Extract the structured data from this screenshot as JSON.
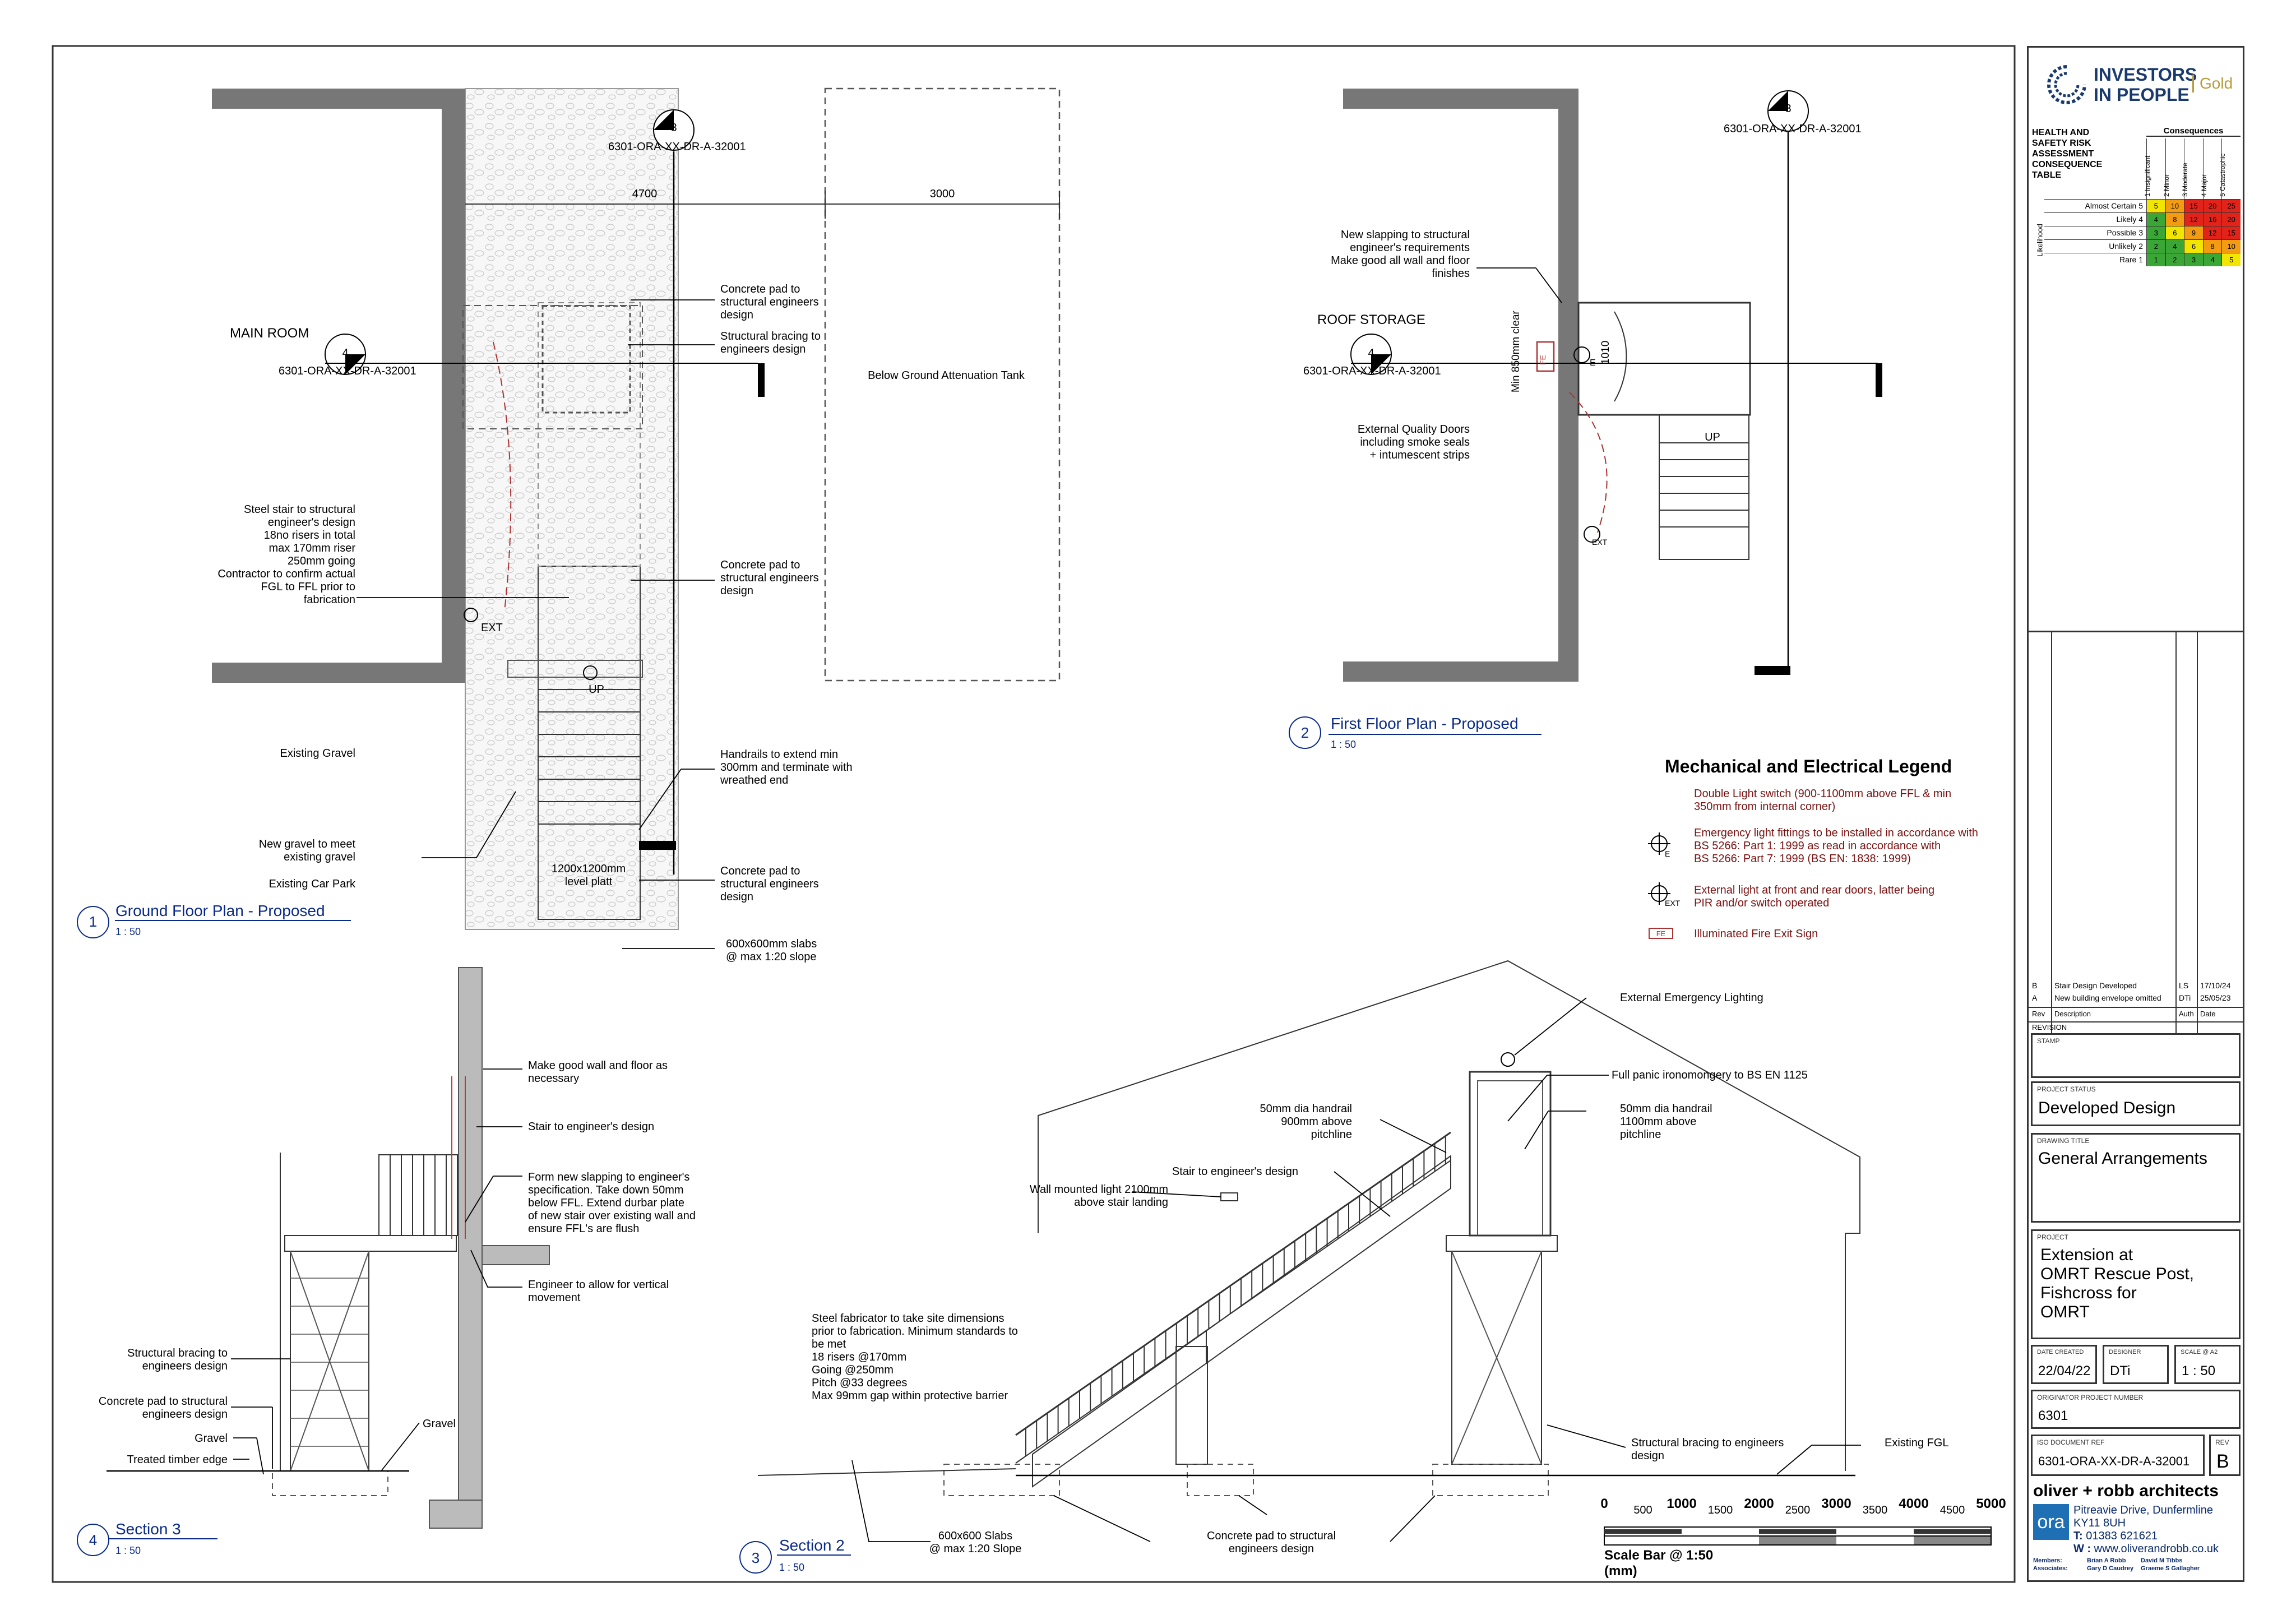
{
  "drawing": {
    "ground_plan": {
      "room_main": "MAIN ROOM",
      "refs": [
        "3",
        "6301-ORA-XX-DR-A-32001",
        "4",
        "6301-ORA-XX-DR-A-32001"
      ],
      "dims": [
        "4700",
        "3000"
      ],
      "tank": "Below Ground Attenuation Tank",
      "up": "UP",
      "ext": "EXT",
      "notes": {
        "pad1": [
          "Concrete pad to",
          "structural engineers",
          "design"
        ],
        "bracing": [
          "Structural bracing to",
          "engineers design"
        ],
        "steel": [
          "Steel stair to structural",
          "engineer's design",
          "18no risers in total",
          "max 170mm riser",
          "250mm going",
          "Contractor to confirm actual",
          "FGL to FFL prior to",
          "fabrication"
        ],
        "pad2": [
          "Concrete pad to",
          "structural engineers",
          "design"
        ],
        "gravel": "Existing Gravel",
        "handrails": [
          "Handrails to extend min",
          "300mm and terminate with",
          "wreathed end"
        ],
        "new_gravel": [
          "New gravel to meet",
          "existing gravel"
        ],
        "car_park": "Existing Car Park",
        "platt": [
          "1200x1200mm",
          "level platt"
        ],
        "pad3": [
          "Concrete pad to",
          "structural engineers",
          "design"
        ],
        "slabs": [
          "600x600mm slabs",
          "@ max 1:20 slope"
        ]
      },
      "title_num": "1",
      "title": "Ground Floor Plan - Proposed",
      "scale": "1 : 50"
    },
    "first_plan": {
      "room": "ROOF STORAGE",
      "refs": [
        "3",
        "6301-ORA-XX-DR-A-32001",
        "4",
        "6301-ORA-XX-DR-A-32001"
      ],
      "slapping": [
        "New slapping to structural",
        "engineer's requirements",
        "Make good all wall and floor",
        "finishes"
      ],
      "doors": [
        "External Quality Doors",
        "including smoke seals",
        "+ intumescent strips"
      ],
      "clear": "Min 850mm clear",
      "dim": "1010",
      "fe": "FE",
      "e": "E",
      "ext": "EXT",
      "up": "UP",
      "title_num": "2",
      "title": "First Floor Plan - Proposed",
      "scale": "1 : 50"
    },
    "legend": {
      "title": "Mechanical and Electrical Legend",
      "items": [
        {
          "text": [
            "Double Light switch (900-1100mm above FFL & min",
            "350mm from internal corner)"
          ]
        },
        {
          "text": [
            "Emergency light fittings to be installed in accordance with",
            "BS 5266: Part 1: 1999 as read in accordance with",
            "BS 5266: Part 7: 1999 (BS EN: 1838: 1999)"
          ],
          "sym": "E"
        },
        {
          "text": [
            "External light at front and rear doors, latter being",
            "PIR and/or switch operated"
          ],
          "sym": "EXT"
        },
        {
          "text": [
            "Illuminated Fire Exit Sign"
          ],
          "sym": "FE"
        }
      ]
    },
    "section3": {
      "notes": {
        "makegood": [
          "Make good wall and floor as",
          "necessary"
        ],
        "stair": "Stair to engineer's design",
        "slapping": [
          "Form new slapping to engineer's",
          "specification. Take down 50mm",
          "below FFL. Extend durbar plate",
          "of new stair over existing wall and",
          "ensure FFL's are flush"
        ],
        "engineer": [
          "Engineer to allow for vertical",
          "movement"
        ],
        "bracing": [
          "Structural bracing to",
          "engineers design"
        ],
        "pad": [
          "Concrete pad to structural",
          "engineers design"
        ],
        "gravel_l": "Gravel",
        "timber": "Treated timber edge",
        "gravel_r": "Gravel"
      },
      "title_num": "4",
      "title": "Section 3",
      "scale": "1 : 50"
    },
    "section2": {
      "notes": {
        "emergency": "External Emergency Lighting",
        "panic": "Full panic ironomongery to BS EN 1125",
        "hr900": [
          "50mm dia handrail",
          "900mm above",
          "pitchline"
        ],
        "hr1100": [
          "50mm dia handrail",
          "1100mm above",
          "pitchline"
        ],
        "stair": "Stair to engineer's design",
        "wall_light": [
          "Wall mounted light 2100mm",
          "above stair landing"
        ],
        "steel": [
          "Steel fabricator to take site dimensions",
          "prior to fabrication. Minimum standards to",
          "be met",
          "18 risers @170mm",
          "Going @250mm",
          "Pitch @33 degrees",
          "Max 99mm gap within protective barrier"
        ],
        "bracing": [
          "Structural bracing to engineers",
          "design"
        ],
        "fgl": "Existing FGL",
        "slabs": [
          "600x600 Slabs",
          "@ max 1:20 Slope"
        ],
        "pad": [
          "Concrete pad to structural",
          "engineers design"
        ]
      },
      "title_num": "3",
      "title": "Section 2",
      "scale": "1 : 50"
    },
    "scalebar": {
      "labels": [
        "0",
        "500",
        "1000",
        "1500",
        "2000",
        "2500",
        "3000",
        "3500",
        "4000",
        "4500",
        "5000"
      ],
      "title": [
        "Scale Bar @ 1:50",
        "(mm)"
      ]
    }
  },
  "title_block": {
    "iip": {
      "name": [
        "INVESTORS",
        "IN PEOPLE"
      ],
      "tier": "Gold"
    },
    "risk": {
      "title": [
        "HEALTH AND",
        "SAFETY RISK",
        "ASSESSMENT",
        "CONSEQUENCE",
        "TABLE"
      ],
      "consequences": "Consequences",
      "likelihood": "Likelihood",
      "cols": [
        "1 Insignificant",
        "2 Minor",
        "3 Moderate",
        "4 Major",
        "5 Catastrophic"
      ],
      "rows": [
        {
          "label": "Almost Certain 5",
          "vals": [
            "5",
            "10",
            "15",
            "20",
            "25"
          ]
        },
        {
          "label": "Likely 4",
          "vals": [
            "4",
            "8",
            "12",
            "16",
            "20"
          ]
        },
        {
          "label": "Possible 3",
          "vals": [
            "3",
            "6",
            "9",
            "12",
            "15"
          ]
        },
        {
          "label": "Unlikely 2",
          "vals": [
            "2",
            "4",
            "6",
            "8",
            "10"
          ]
        },
        {
          "label": "Rare 1",
          "vals": [
            "1",
            "2",
            "3",
            "4",
            "5"
          ]
        }
      ],
      "colors": {
        "green": "#3aa635",
        "yellow": "#f2e500",
        "orange": "#f39c12",
        "red": "#e2231a"
      }
    },
    "revisions": [
      {
        "rev": "B",
        "desc": "Stair Design Developed",
        "auth": "LS",
        "date": "17/10/24"
      },
      {
        "rev": "A",
        "desc": "New building envelope omitted",
        "auth": "DTi",
        "date": "25/05/23"
      }
    ],
    "rev_headers": {
      "rev": "Rev",
      "desc": "Description",
      "auth": "Auth",
      "date": "Date"
    },
    "revision_label": "REVISION",
    "stamp_label": "STAMP",
    "status_label": "PROJECT STATUS",
    "status": "Developed Design",
    "drawing_title_label": "DRAWING TITLE",
    "drawing_title": "General Arrangements",
    "project_label": "PROJECT",
    "project": [
      "Extension at",
      "OMRT Rescue Post,",
      "Fishcross for",
      "OMRT"
    ],
    "date_label": "DATE CREATED",
    "date": "22/04/22",
    "designer_label": "DESIGNER",
    "designer": "DTi",
    "scale_label": "SCALE @ A2",
    "scale": "1 : 50",
    "orig_label": "ORIGINATOR PROJECT NUMBER",
    "orig": "6301",
    "iso_label": "ISO DOCUMENT REF",
    "iso": "6301-ORA-XX-DR-A-32001",
    "rev_label": "REV",
    "rev": "B",
    "firm": {
      "name": "oliver + robb architects",
      "logo": "ora",
      "address": [
        "Pitreavie Drive, Dunfermline",
        "KY11 8UH"
      ],
      "tel_prefix": "T:",
      "tel": "01383 621621",
      "web_prefix": "W :",
      "web": "www.oliverandrobb.co.uk",
      "members_label": "Members:",
      "associates_label": "Associates:",
      "members": [
        "Brian A Robb",
        "David M Tibbs"
      ],
      "associates": [
        "Gary D Caudrey",
        "Graeme S Gallagher"
      ]
    }
  }
}
